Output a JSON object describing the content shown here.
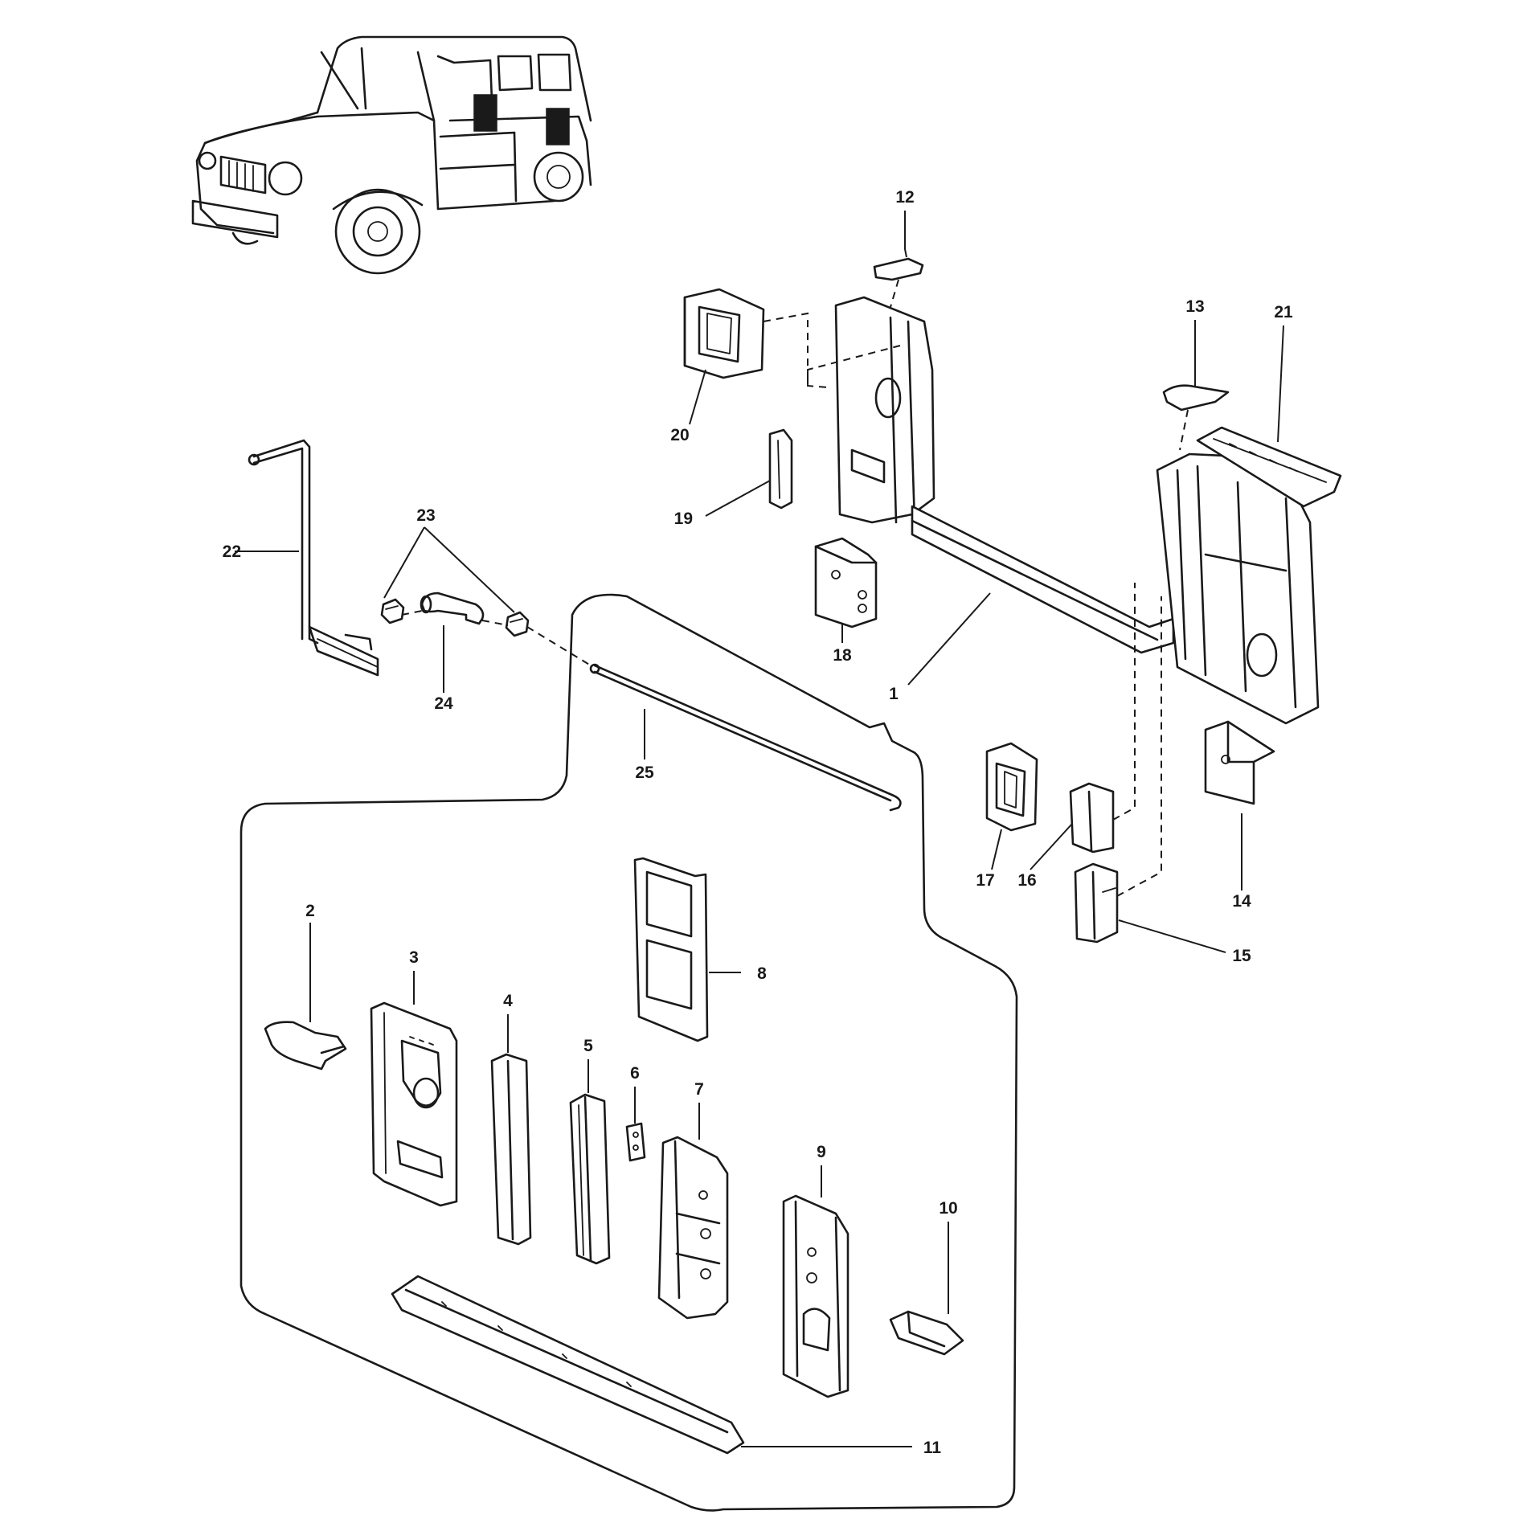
{
  "callouts": {
    "c1": "1",
    "c2": "2",
    "c3": "3",
    "c4": "4",
    "c5": "5",
    "c6": "6",
    "c7": "7",
    "c8": "8",
    "c9": "9",
    "c10": "10",
    "c11": "11",
    "c12": "12",
    "c13": "13",
    "c14": "14",
    "c15": "15",
    "c16": "16",
    "c17": "17",
    "c18": "18",
    "c19": "19",
    "c20": "20",
    "c21": "21",
    "c22": "22",
    "c23": "23",
    "c24": "24",
    "c25": "25"
  },
  "colors": {
    "ink": "#1a1a1a",
    "paper": "#ffffff"
  }
}
